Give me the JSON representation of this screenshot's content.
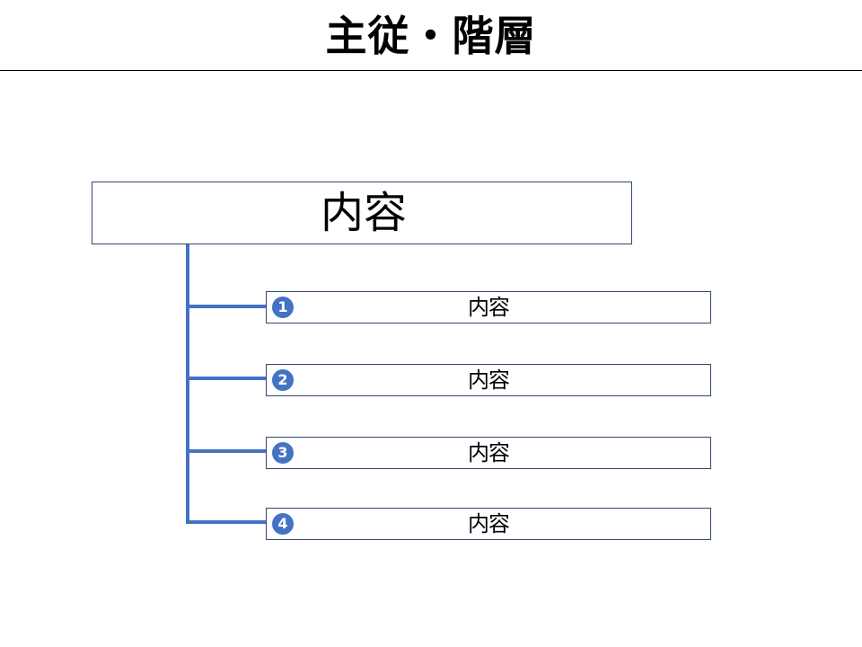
{
  "title": "主従・階層",
  "main_box": {
    "label": "内容"
  },
  "items": [
    {
      "number": "1",
      "label": "内容"
    },
    {
      "number": "2",
      "label": "内容"
    },
    {
      "number": "3",
      "label": "内容"
    },
    {
      "number": "4",
      "label": "内容"
    }
  ],
  "colors": {
    "connector": "#4472c4",
    "badge": "#4472c4",
    "box_border": "#2f4a6e"
  }
}
